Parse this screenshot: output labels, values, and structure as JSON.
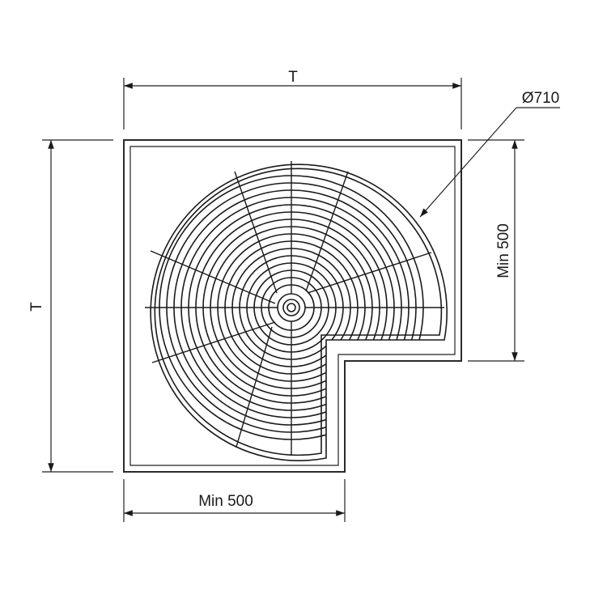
{
  "labels": {
    "top_dimension": "T",
    "left_dimension": "T",
    "diameter": "Ø710",
    "right_dimension": "Min 500",
    "bottom_dimension": "Min 500"
  },
  "colors": {
    "line": "#1a1a1a",
    "background": "#ffffff"
  }
}
